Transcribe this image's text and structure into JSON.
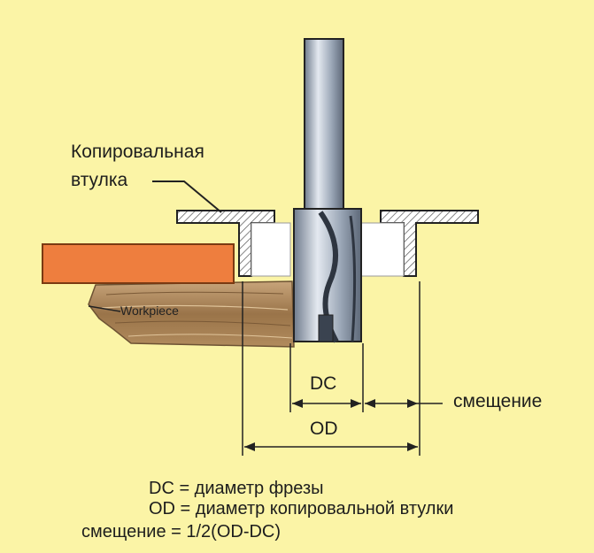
{
  "labels": {
    "guide_bushing_line1": "Копировальная",
    "guide_bushing_line2": "втулка",
    "workpiece": "Workpiece",
    "dc": "DC",
    "od": "OD",
    "offset": "смещение"
  },
  "legend": {
    "dc_def": "DC = диаметр фрезы",
    "od_def": "OD = диаметр копировальной втулки",
    "offset_def": "смещение = 1/2(OD-DC)"
  },
  "colors": {
    "background": "#fbf4a6",
    "workpiece": "#ee7e3e",
    "board": "#a9835a",
    "bit": "#a8b4c4",
    "bushing": "#ffffff",
    "line": "#222222"
  }
}
